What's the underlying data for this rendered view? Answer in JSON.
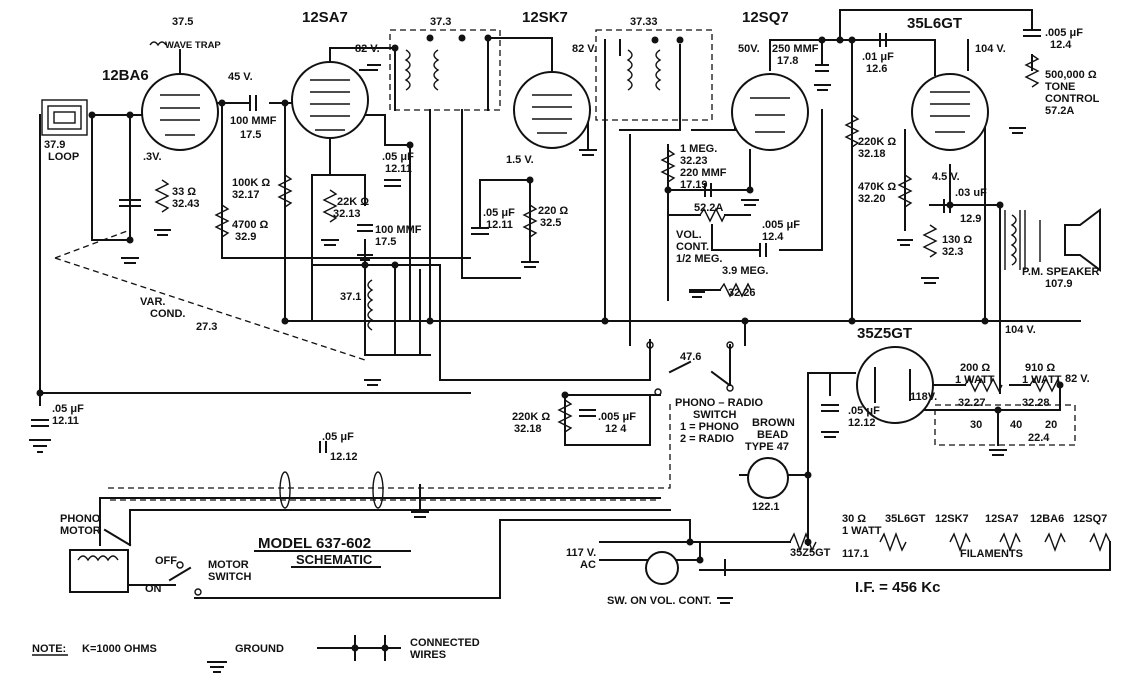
{
  "tubes": {
    "t1": "12BA6",
    "t2": "12SA7",
    "t3": "12SK7",
    "t4": "12SQ7",
    "t5": "35L6GT",
    "t6": "35Z5GT"
  },
  "labels": {
    "wave_trap_num": "37.5",
    "wave_trap": "WAVE TRAP",
    "loop_num": "37.9",
    "loop": "LOOP",
    "v45": "45 V.",
    "v3": ".3V.",
    "v82a": "82 V.",
    "v82b": "82 V.",
    "v50": "50V.",
    "v104a": "104 V.",
    "v104b": "104 V.",
    "v15": "1.5 V.",
    "v45b": "4.5 V.",
    "v118": "118V.",
    "v82c": "82 V.",
    "r33": "33 Ω",
    "r33n": "32.43",
    "c100a": "100 MMF",
    "c100an": "17.5",
    "r100k": "100K Ω",
    "r100kn": "32.17",
    "r4700": "4700 Ω",
    "r4700n": "32.9",
    "if1": "37.3",
    "if2": "37.33",
    "c05a": ".05 μF",
    "c05an": "12.11",
    "r22k": "22K Ω",
    "r22kn": "32.13",
    "c100b": "100 MMF",
    "c100bn": "17.5",
    "osc": "37.1",
    "varcond": "VAR.",
    "varcond2": "COND.",
    "varcondn": "27.3",
    "c05b": ".05 μF",
    "c05bn": "12.11",
    "r220a": "220 Ω",
    "r220an": "32.5",
    "r1meg": "1 MEG.",
    "r1megn": "32.23",
    "c220": "220 MMF",
    "c220n": "17.19",
    "vol": "52.2A",
    "volcont": "VOL.",
    "volcont2": "CONT.",
    "volcont3": "1/2 MEG.",
    "c005a": ".005 μF",
    "c005an": "12.4",
    "r39": "3.9 MEG.",
    "r39n": "32.26",
    "c250": "250 MMF",
    "c250n": "17.8",
    "c01": ".01 μF",
    "c01n": "12.6",
    "r220k": "220K Ω",
    "r220kn": "32.18",
    "r470k": "470K Ω",
    "r470kn": "32.20",
    "c03": ".03 uF",
    "c03n": "12.9",
    "r130": "130 Ω",
    "r130n": "32.3",
    "c005b": ".005 μF",
    "c005bn": "12.4",
    "tone": "500,000 Ω",
    "tone2": "TONE",
    "tone3": "CONTROL",
    "tone4": "57.2A",
    "spk": "P.M. SPEAKER",
    "spkn": "107.9",
    "c05c": ".05 μF",
    "c05cn": "12.11",
    "sw476": "47.6",
    "phono_sw": "PHONO – RADIO",
    "phono_sw2": "SWITCH",
    "phono_sw3": "1 = PHONO",
    "phono_sw4": "2 = RADIO",
    "r220k2": "220K Ω",
    "r220k2n": "32.18",
    "c005c": ".005 μF",
    "c005cn": "12 4",
    "bead": "BROWN",
    "bead2": "BEAD",
    "bead3": "TYPE 47",
    "bead4": "122.1",
    "c05d": ".05 μF",
    "c05dn": "12.12",
    "r200": "200 Ω",
    "r200w": "1 WATT",
    "r200n": "32.27",
    "r910": "910 Ω",
    "r910w": "1 WATT",
    "r910n": "32.28",
    "filt": "30",
    "filt2": "40",
    "filt3": "20",
    "filtn": "22.4",
    "c05e": ".05 μF",
    "c05en": "12.12",
    "phono_motor": "PHONO",
    "phono_motor2": "MOTOR",
    "model": "MODEL 637-602",
    "schematic": "SCHEMATIC",
    "off": "OFF",
    "on": "ON",
    "motor_sw": "MOTOR",
    "motor_sw2": "SWITCH",
    "ac117": "117 V.",
    "ac": "AC",
    "swon": "SW. ON VOL. CONT.",
    "r30": "30 Ω",
    "r30w": "1 WATT",
    "r30n": "117.1",
    "f35z5": "35Z5GT",
    "f35l6": "35L6GT",
    "f12sk7": "12SK7",
    "f12sa7": "12SA7",
    "f12ba6": "12BA6",
    "f12sq7": "12SQ7",
    "filaments": "FILAMENTS",
    "if_freq": "I.F. = 456 Kc",
    "note": "NOTE:",
    "note_k": "K=1000 OHMS",
    "ground": "GROUND",
    "connected": "CONNECTED",
    "connected2": "WIRES"
  }
}
